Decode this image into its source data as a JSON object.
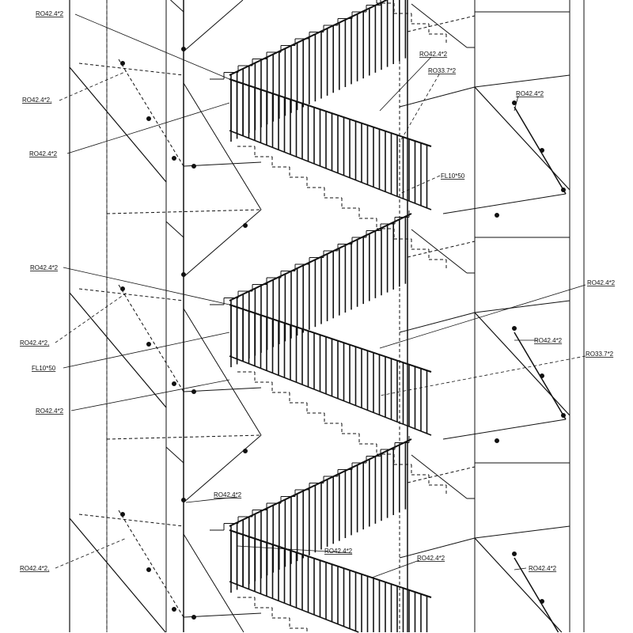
{
  "drawing": {
    "title": "Isometric steel staircase railing drawing",
    "line_color": "#111111",
    "labels": [
      {
        "text": "RO42.4*2"
      },
      {
        "text": "RO42.4*2"
      },
      {
        "text": "RO33.7*2"
      },
      {
        "text": "RO42.4*2,"
      },
      {
        "text": "RO42.4*2"
      },
      {
        "text": "RO42.4*2"
      },
      {
        "text": "FL10*50"
      },
      {
        "text": "RO42.4*2"
      },
      {
        "text": "RO42.4*2"
      },
      {
        "text": "RO42.4*2"
      },
      {
        "text": "RO42.4*2,"
      },
      {
        "text": "RO33.7*2"
      },
      {
        "text": "FL10*50"
      },
      {
        "text": "RO42.4*2"
      },
      {
        "text": "RO42.4*2"
      },
      {
        "text": "RO42.4*2"
      },
      {
        "text": "RO42.4*2"
      },
      {
        "text": "RO42.4*2,"
      },
      {
        "text": "RO42.4*2"
      }
    ]
  }
}
